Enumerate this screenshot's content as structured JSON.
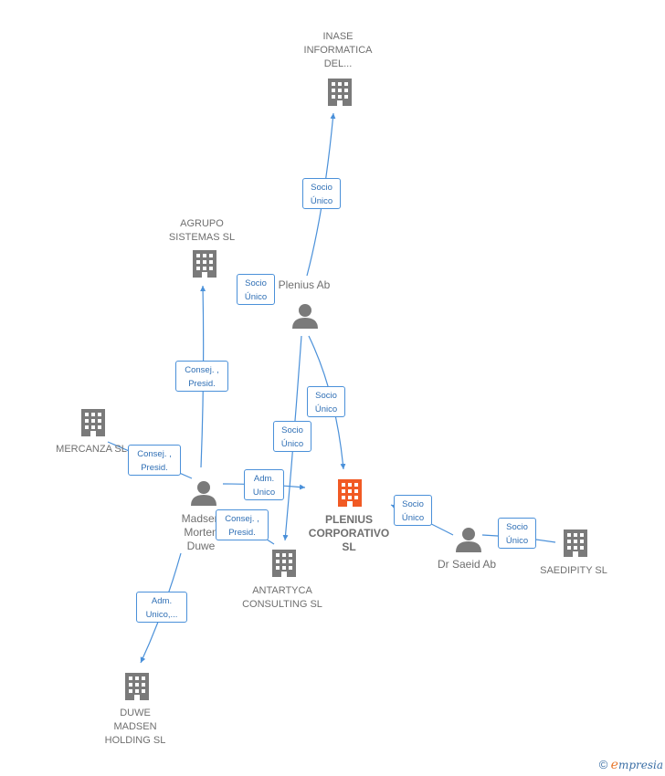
{
  "colors": {
    "edge": "#4a90d9",
    "icon_gray": "#7a7a7a",
    "icon_focus": "#f15a24",
    "label": "#6f6f6f",
    "badge_text": "#2f6fb5"
  },
  "nodes": {
    "inase": {
      "type": "company",
      "label": "INASE\nINFORMATICA\nDEL..."
    },
    "agrupo": {
      "type": "company",
      "label": "AGRUPO\nSISTEMAS SL"
    },
    "plenius_ab": {
      "type": "person",
      "label": "Plenius Ab"
    },
    "mercanza": {
      "type": "company",
      "label": "MERCANZA SL"
    },
    "plenius_corp": {
      "type": "company-focus",
      "label": "PLENIUS\nCORPORATIVO\nSL"
    },
    "madsen": {
      "type": "person",
      "label": "Madsen\nMorten\nDuwe"
    },
    "dr_saeid": {
      "type": "person",
      "label": "Dr Saeid Ab"
    },
    "saedipity": {
      "type": "company",
      "label": "SAEDIPITY SL"
    },
    "antartyca": {
      "type": "company",
      "label": "ANTARTYCA\nCONSULTING SL"
    },
    "duwe": {
      "type": "company",
      "label": "DUWE\nMADSEN\nHOLDING SL"
    }
  },
  "edges": [
    {
      "id": "plenius-to-inase",
      "label": "Socio\nÚnico"
    },
    {
      "id": "plenius-badge-left",
      "label": "Socio\nÚnico"
    },
    {
      "id": "plenius-to-corp",
      "label": "Socio\nÚnico"
    },
    {
      "id": "plenius-to-antartyca",
      "label": "Socio\nÚnico"
    },
    {
      "id": "madsen-to-agrupo",
      "label": "Consej. ,\nPresid."
    },
    {
      "id": "madsen-to-mercanza",
      "label": "Consej. ,\nPresid."
    },
    {
      "id": "madsen-to-corp",
      "label": "Adm.\nUnico"
    },
    {
      "id": "madsen-to-antartyca",
      "label": "Consej. ,\nPresid."
    },
    {
      "id": "madsen-to-duwe",
      "label": "Adm.\nUnico,..."
    },
    {
      "id": "saeid-to-corp",
      "label": "Socio\nÚnico"
    },
    {
      "id": "saeid-to-saedipity",
      "label": "Socio\nÚnico"
    }
  ],
  "copyright": {
    "symbol": "©",
    "brand_initial": "e",
    "brand_rest": "mpresia"
  }
}
